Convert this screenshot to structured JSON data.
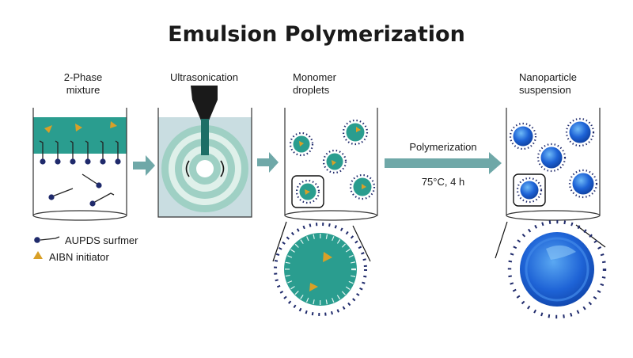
{
  "title": "Emulsion Polymerization",
  "stages": [
    {
      "label_line1": "2-Phase",
      "label_line2": "mixture"
    },
    {
      "label_line1": "Ultrasonication",
      "label_line2": ""
    },
    {
      "label_line1": "Monomer",
      "label_line2": "droplets"
    },
    {
      "label_line1": "Nanoparticle",
      "label_line2": "suspension"
    }
  ],
  "process_arrow": {
    "label_top": "Polymerization",
    "label_bottom": "75°C, 4 h"
  },
  "legend": [
    {
      "label": "AUPDS surfmer",
      "icon": "surfmer-icon"
    },
    {
      "label": "AIBN initiator",
      "icon": "initiator-triangle-icon"
    }
  ],
  "colors": {
    "teal": "#2a9d8f",
    "teal_dark": "#1d7a6e",
    "arrow": "#6fa8a8",
    "navy": "#1f2a6b",
    "blue": "#1e63d6",
    "blue_light": "#4fa3f0",
    "orange": "#d9a027",
    "water": "#c9dde1"
  }
}
